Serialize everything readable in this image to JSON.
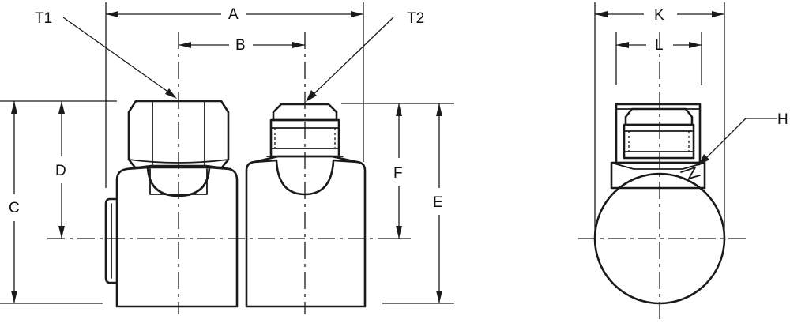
{
  "labels": {
    "T1": "T1",
    "T2": "T2",
    "A": "A",
    "B": "B",
    "C": "C",
    "D": "D",
    "E": "E",
    "F": "F",
    "H": "H",
    "K": "K",
    "L": "L"
  },
  "colors": {
    "line": "#1a1a1a",
    "background": "#ffffff"
  }
}
